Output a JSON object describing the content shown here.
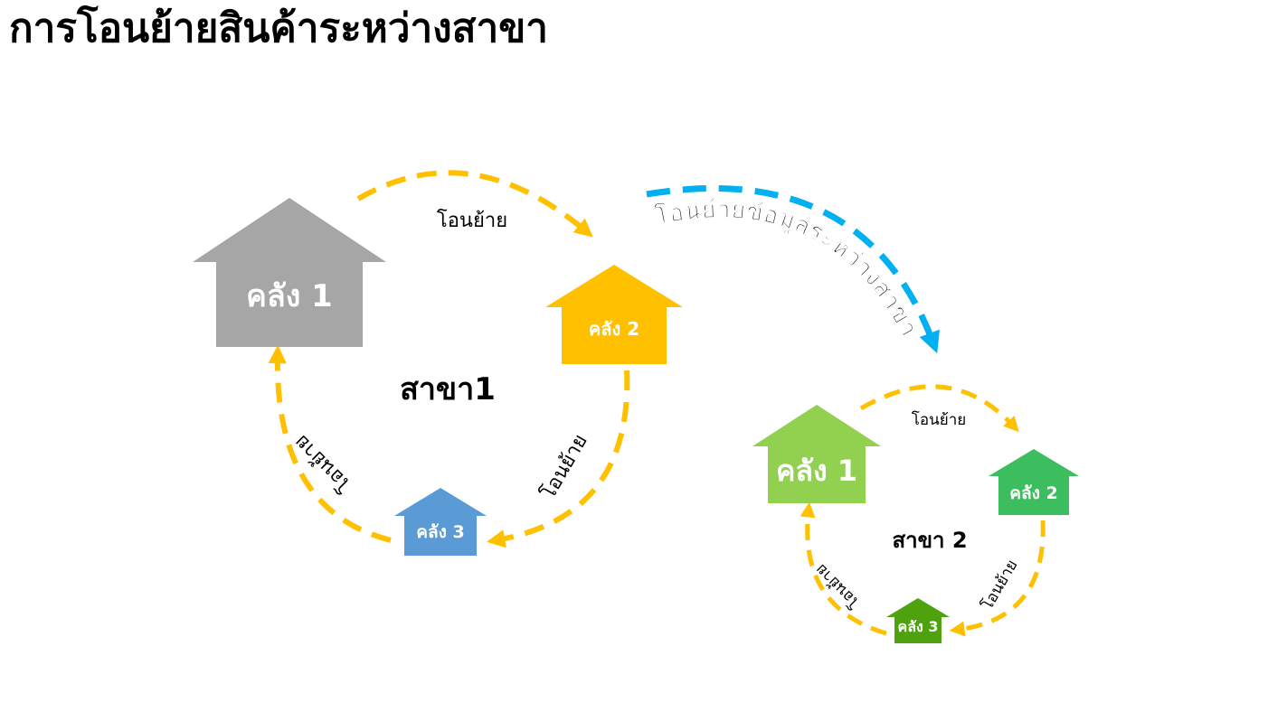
{
  "title": "การโอนย้ายสินค้าระหว่างสาขา",
  "colors": {
    "arrow_local": "#FFC000",
    "arrow_branch": "#00B0F0",
    "b1_wh1": "#A6A6A6",
    "b1_wh2": "#FFC000",
    "b1_wh3": "#5B9BD5",
    "b2_wh1": "#92D050",
    "b2_wh2": "#3DBE5E",
    "b2_wh3": "#4EA20E"
  },
  "inter_branch_label": "โอนย้ายข้อมูลระหว่างสาขา",
  "branch1": {
    "name": "สาขา1",
    "warehouses": [
      "คลัง 1",
      "คลัง 2",
      "คลัง 3"
    ],
    "transfers": [
      "โอนย้าย",
      "โอนย้าย",
      "โอนย้าย"
    ]
  },
  "branch2": {
    "name": "สาขา 2",
    "warehouses": [
      "คลัง 1",
      "คลัง 2",
      "คลัง 3"
    ],
    "transfers": [
      "โอนย้าย",
      "โอนย้าย",
      "โอนย้าย"
    ]
  }
}
